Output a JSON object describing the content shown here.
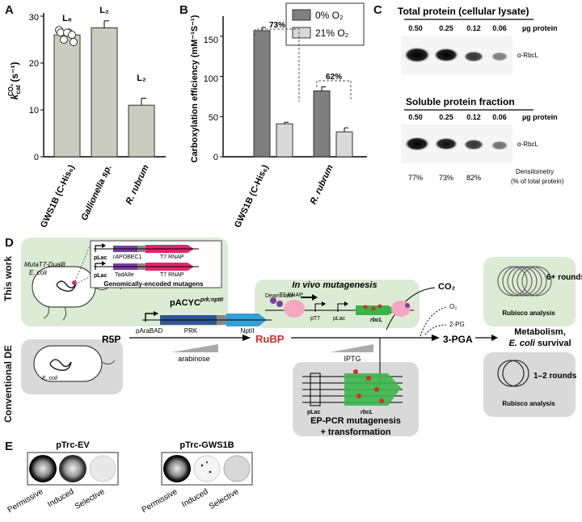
{
  "panels": {
    "a": "A",
    "b": "B",
    "c": "C",
    "d": "D",
    "e": "E"
  },
  "panel_a": {
    "ylabel_base": "k",
    "ylabel_sub": "cat",
    "ylabel_sup": "CO₂",
    "ylabel_unit": "(s⁻¹)",
    "yticks": [
      "0",
      "10",
      "20",
      "30"
    ],
    "bar_labels": [
      "L₈",
      "L₂",
      "L₂"
    ],
    "categories": [
      "GWS1B (C-His₆)",
      "Gallionella sp.",
      "R. rubrum"
    ]
  },
  "panel_b": {
    "ylabel": "Carboxylation efficiency (mM⁻¹S⁻¹)",
    "yticks": [
      "0",
      "50",
      "100",
      "150"
    ],
    "legend": [
      "0% O₂",
      "21% O₂"
    ],
    "annotations": [
      "73%",
      "62%"
    ],
    "categories": [
      "GWS1B (C-His₆)",
      "R. rubrum"
    ]
  },
  "chart_data": [
    {
      "type": "bar",
      "categories": [
        "GWS1B (C-His₆)",
        "Gallionella sp.",
        "R. rubrum"
      ],
      "values": [
        26,
        27.5,
        11
      ],
      "errors": [
        1,
        1.5,
        1.5
      ],
      "ylim": [
        0,
        30
      ],
      "points_gws1b": [
        26.5,
        25.5,
        26,
        25,
        26,
        27,
        25.5
      ]
    },
    {
      "type": "bar",
      "categories": [
        "GWS1B (C-His₆)",
        "R. rubrum"
      ],
      "series": [
        {
          "name": "0% O₂",
          "values": [
            157,
            82
          ],
          "errors": [
            4,
            5
          ]
        },
        {
          "name": "21% O₂",
          "values": [
            41,
            31
          ],
          "errors": [
            2,
            5
          ]
        }
      ],
      "ylim": [
        0,
        175
      ]
    }
  ],
  "panel_c": {
    "total_title": "Total protein (cellular lysate)",
    "soluble_title": "Soluble protein fraction",
    "lanes": [
      "0.50",
      "0.25",
      "0.12",
      "0.06"
    ],
    "lane_unit": "µg protein",
    "band_label": "α-RbcL",
    "densitometry": [
      "77%",
      "73%",
      "82%"
    ],
    "densitometry_label_1": "Densitometry",
    "densitometry_label_2": "(% of total protein)"
  },
  "panel_d": {
    "this_work": "This work",
    "conventional": "Conventional DE",
    "strain_1": "MutaT7-Dual8",
    "strain_2": "E. coli",
    "strain_plain": "E. coli",
    "plac": "pLac",
    "rapobec": "rAPOBEC1",
    "tada": "TadA8e",
    "t7rnap": "T7 RNAP",
    "genomic_caption": "Genomically-encoded mutagens",
    "plasmid_base": "pACYC",
    "plasmid_sup": "prk:nptII",
    "paraBAD": "pAraBAD",
    "prk": "PRK",
    "nptii": "NptII",
    "r5p": "R5P",
    "arabinose": "arabinose",
    "rubp": "RuBP",
    "iptg": "IPTG",
    "invivo_title": "In vivo mutagenesis",
    "deaminase": "Deaminase",
    "t7rnap_small": "T7 RNAP",
    "pt7": "pT7",
    "rbcl": "rbcL",
    "co2": "CO₂",
    "o2": "O₂",
    "pg": "2-PG",
    "pga": "3-PGA",
    "metabolism_1": "Metabolism,",
    "metabolism_2a": "E. coli",
    "metabolism_2b": " survival",
    "rounds_many": "6+ rounds",
    "rounds_few": "1–2 rounds",
    "rubisco_analysis": "Rubisco analysis",
    "epcr_1": "EP-PCR mutagenesis",
    "epcr_2": "+ transformation",
    "colors": {
      "green_box": "#dcebd4",
      "gray_box": "#d9d9d9",
      "rubp": "#d72b2b",
      "t7": "#e0286b",
      "apobec": "#7b3fa0",
      "tada": "#7b3fa0",
      "prk": "#2f5597",
      "nptii": "#33a1d6",
      "rbcl": "#3ab54a"
    }
  },
  "panel_e": {
    "left_title": "pTrc-EV",
    "right_title": "pTrc-GWS1B",
    "conditions": [
      "Permissive",
      "Induced",
      "Selective"
    ]
  }
}
